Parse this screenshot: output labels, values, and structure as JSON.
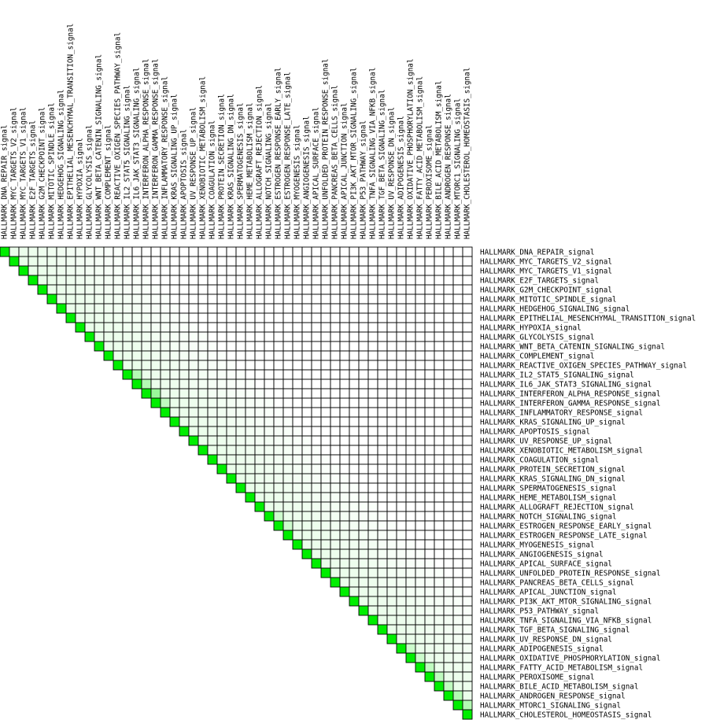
{
  "chart_data": {
    "type": "heatmap",
    "layout": "upper-triangle",
    "labels": [
      "HALLMARK_DNA_REPAIR_signal",
      "HALLMARK_MYC_TARGETS_V2_signal",
      "HALLMARK_MYC_TARGETS_V1_signal",
      "HALLMARK_E2F_TARGETS_signal",
      "HALLMARK_G2M_CHECKPOINT_signal",
      "HALLMARK_MITOTIC_SPINDLE_signal",
      "HALLMARK_HEDGEHOG_SIGNALING_signal",
      "HALLMARK_EPITHELIAL_MESENCHYMAL_TRANSITION_signal",
      "HALLMARK_HYPOXIA_signal",
      "HALLMARK_GLYCOLYSIS_signal",
      "HALLMARK_WNT_BETA_CATENIN_SIGNALING_signal",
      "HALLMARK_COMPLEMENT_signal",
      "HALLMARK_REACTIVE_OXIGEN_SPECIES_PATHWAY_signal",
      "HALLMARK_IL2_STAT5_SIGNALING_signal",
      "HALLMARK_IL6_JAK_STAT3_SIGNALING_signal",
      "HALLMARK_INTERFERON_ALPHA_RESPONSE_signal",
      "HALLMARK_INTERFERON_GAMMA_RESPONSE_signal",
      "HALLMARK_INFLAMMATORY_RESPONSE_signal",
      "HALLMARK_KRAS_SIGNALING_UP_signal",
      "HALLMARK_APOPTOSIS_signal",
      "HALLMARK_UV_RESPONSE_UP_signal",
      "HALLMARK_XENOBIOTIC_METABOLISM_signal",
      "HALLMARK_COAGULATION_signal",
      "HALLMARK_PROTEIN_SECRETION_signal",
      "HALLMARK_KRAS_SIGNALING_DN_signal",
      "HALLMARK_SPERMATOGENESIS_signal",
      "HALLMARK_HEME_METABOLISM_signal",
      "HALLMARK_ALLOGRAFT_REJECTION_signal",
      "HALLMARK_NOTCH_SIGNALING_signal",
      "HALLMARK_ESTROGEN_RESPONSE_EARLY_signal",
      "HALLMARK_ESTROGEN_RESPONSE_LATE_signal",
      "HALLMARK_MYOGENESIS_signal",
      "HALLMARK_ANGIOGENESIS_signal",
      "HALLMARK_APICAL_SURFACE_signal",
      "HALLMARK_UNFOLDED_PROTEIN_RESPONSE_signal",
      "HALLMARK_PANCREAS_BETA_CELLS_signal",
      "HALLMARK_APICAL_JUNCTION_signal",
      "HALLMARK_PI3K_AKT_MTOR_SIGNALING_signal",
      "HALLMARK_P53_PATHWAY_signal",
      "HALLMARK_TNFA_SIGNALING_VIA_NFKB_signal",
      "HALLMARK_TGF_BETA_SIGNALING_signal",
      "HALLMARK_UV_RESPONSE_DN_signal",
      "HALLMARK_ADIPOGENESIS_signal",
      "HALLMARK_OXIDATIVE_PHOSPHORYLATION_signal",
      "HALLMARK_FATTY_ACID_METABOLISM_signal",
      "HALLMARK_PEROXISOME_signal",
      "HALLMARK_BILE_ACID_METABOLISM_signal",
      "HALLMARK_ANDROGEN_RESPONSE_signal",
      "HALLMARK_MTORC1_SIGNALING_signal",
      "HALLMARK_CHOLESTEROL_HOMEOSTASIS_signal"
    ],
    "diagonal_value": 1.0,
    "background_value": 0.02,
    "notable_values": [
      {
        "row": 13,
        "col": 14,
        "value": 0.3
      },
      {
        "row": 14,
        "col": 15,
        "value": 0.3
      },
      {
        "row": 15,
        "col": 16,
        "value": 0.4
      },
      {
        "row": 16,
        "col": 17,
        "value": 0.25
      },
      {
        "row": 28,
        "col": 29,
        "value": 0.2
      },
      {
        "row": 29,
        "col": 30,
        "value": 0.2
      },
      {
        "row": 42,
        "col": 43,
        "value": 0.2
      },
      {
        "row": 43,
        "col": 44,
        "value": 0.2
      },
      {
        "row": 44,
        "col": 45,
        "value": 0.25
      },
      {
        "row": 45,
        "col": 46,
        "value": 0.25
      },
      {
        "row": 46,
        "col": 47,
        "value": 0.25
      },
      {
        "row": 47,
        "col": 48,
        "value": 0.3
      },
      {
        "row": 48,
        "col": 49,
        "value": 0.3
      }
    ],
    "color_low": "#ffffff",
    "color_high": "#00ee00",
    "grid": true
  }
}
